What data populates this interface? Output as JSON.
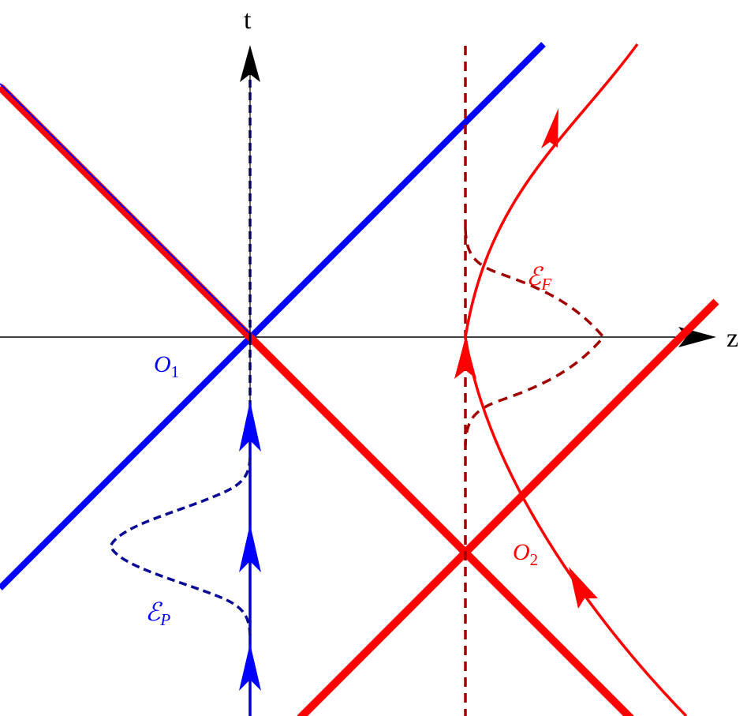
{
  "axes": {
    "time_label": "t",
    "space_label": "z"
  },
  "origins": {
    "o1": {
      "symbol": "O",
      "subscript": "1"
    },
    "o2": {
      "symbol": "O",
      "subscript": "2"
    }
  },
  "envelopes": {
    "past": {
      "symbol": "ℰ",
      "subscript": "P"
    },
    "future": {
      "symbol": "ℰ",
      "subscript": "F"
    }
  },
  "colors": {
    "axis": "#000000",
    "blue_light_ray": "#0000ff",
    "red_light_ray": "#ff0000",
    "blue_worldline": "#0000c8",
    "blue_envelope": "#0a0a96",
    "red_envelope": "#a00000",
    "red_worldline": "#ff0000"
  }
}
